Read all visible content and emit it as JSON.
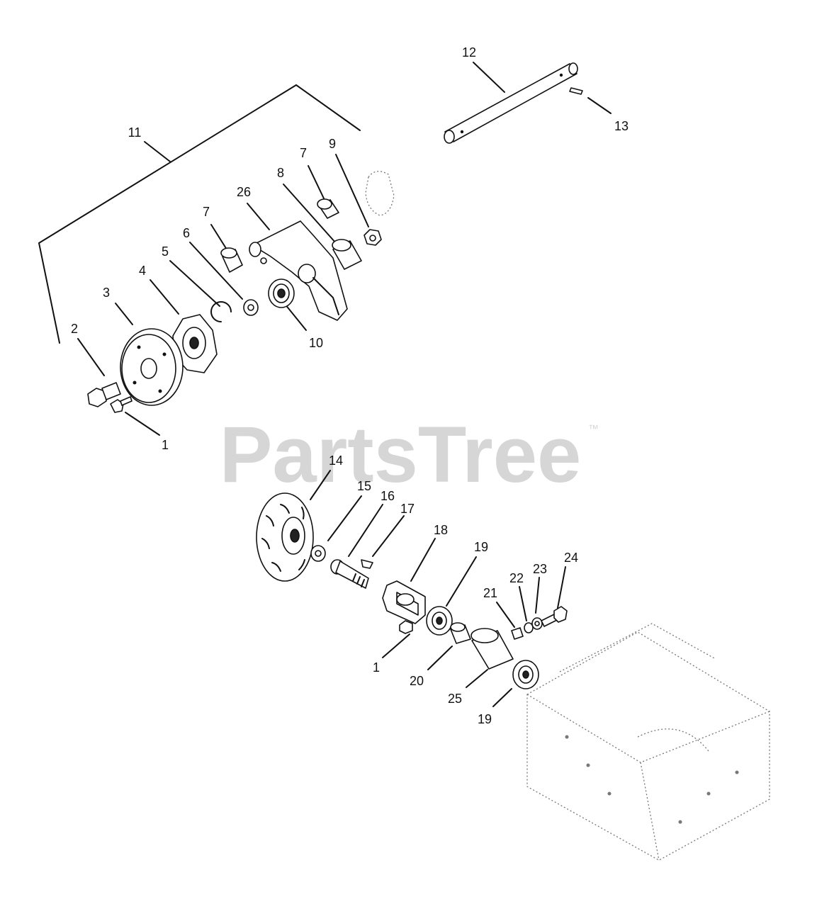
{
  "watermark": {
    "text": "PartsTree",
    "trademark": "™"
  },
  "callouts": [
    {
      "id": "c1a",
      "text": "1"
    },
    {
      "id": "c2",
      "text": "2"
    },
    {
      "id": "c3",
      "text": "3"
    },
    {
      "id": "c4",
      "text": "4"
    },
    {
      "id": "c5",
      "text": "5"
    },
    {
      "id": "c6",
      "text": "6"
    },
    {
      "id": "c7a",
      "text": "7"
    },
    {
      "id": "c7b",
      "text": "7"
    },
    {
      "id": "c8",
      "text": "8"
    },
    {
      "id": "c9",
      "text": "9"
    },
    {
      "id": "c10",
      "text": "10"
    },
    {
      "id": "c11",
      "text": "11"
    },
    {
      "id": "c12",
      "text": "12"
    },
    {
      "id": "c13",
      "text": "13"
    },
    {
      "id": "c14",
      "text": "14"
    },
    {
      "id": "c15",
      "text": "15"
    },
    {
      "id": "c16",
      "text": "16"
    },
    {
      "id": "c17",
      "text": "17"
    },
    {
      "id": "c18",
      "text": "18"
    },
    {
      "id": "c19a",
      "text": "19"
    },
    {
      "id": "c19b",
      "text": "19"
    },
    {
      "id": "c20",
      "text": "20"
    },
    {
      "id": "c21",
      "text": "21"
    },
    {
      "id": "c22",
      "text": "22"
    },
    {
      "id": "c23",
      "text": "23"
    },
    {
      "id": "c24",
      "text": "24"
    },
    {
      "id": "c25",
      "text": "25"
    },
    {
      "id": "c26",
      "text": "26"
    },
    {
      "id": "c1b",
      "text": "1"
    }
  ]
}
